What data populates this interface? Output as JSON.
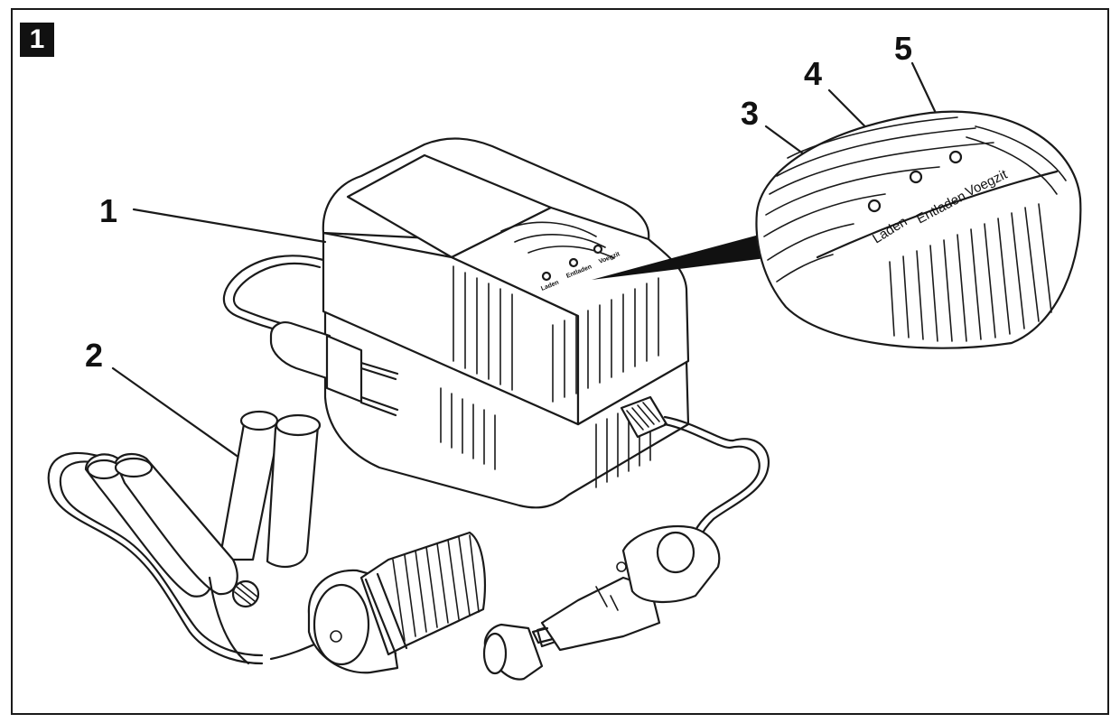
{
  "figure": {
    "number": "1",
    "callouts": [
      {
        "id": "1",
        "label": "1"
      },
      {
        "id": "2",
        "label": "2"
      },
      {
        "id": "3",
        "label": "3"
      },
      {
        "id": "4",
        "label": "4"
      },
      {
        "id": "5",
        "label": "5"
      }
    ],
    "indicator_labels": [
      "Laden",
      "Entladen",
      "Voegzit"
    ]
  }
}
